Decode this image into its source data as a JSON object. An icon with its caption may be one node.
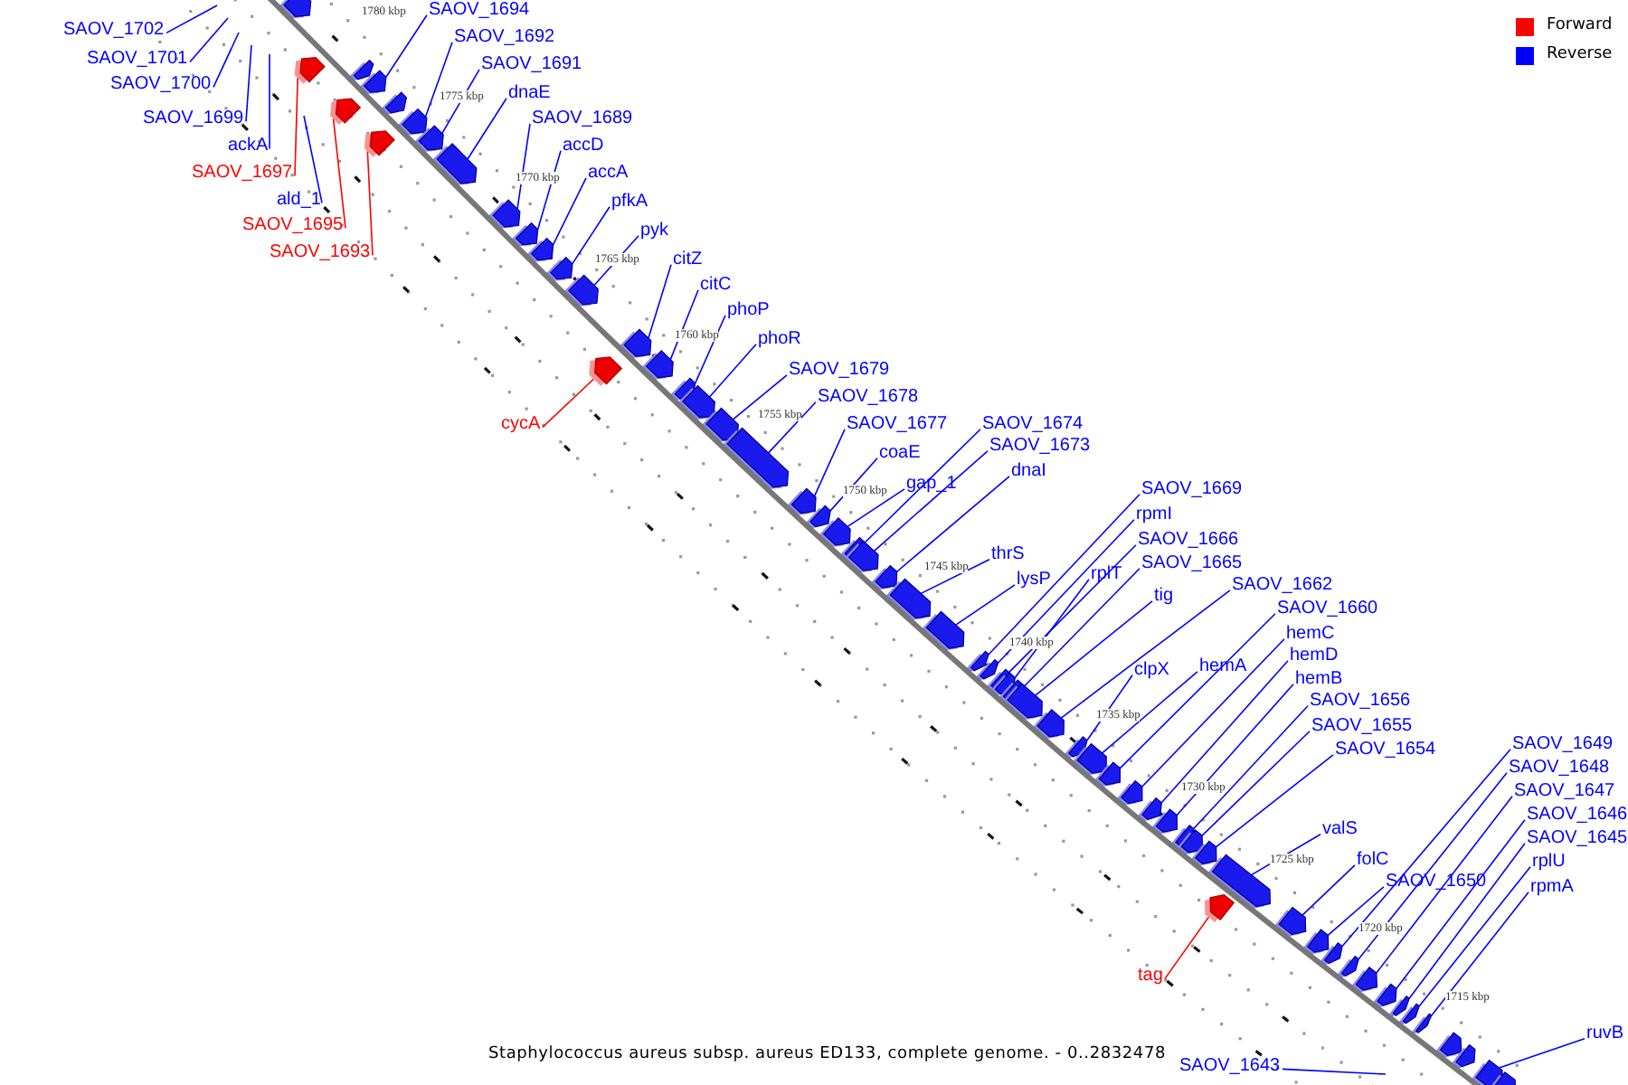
{
  "diagram": {
    "caption": "Staphylococcus aureus subsp. aureus ED133, complete genome. - 0..2832478",
    "nodes": [
      {
        "text": [
          "SAOV_1702"
        ]
      },
      {
        "text": [
          "SAOV_1701"
        ]
      },
      {
        "text": [
          "SAOV_1700"
        ]
      },
      {
        "text": [
          "SAOV_1699"
        ]
      },
      {
        "text": [
          "ackA"
        ]
      },
      {
        "text": [
          "SAOV_1697"
        ]
      },
      {
        "text": [
          "ald_1"
        ]
      },
      {
        "text": [
          "SAOV_1695"
        ]
      },
      {
        "text": [
          "SAOV_1694"
        ]
      },
      {
        "text": [
          "SAOV_1693"
        ]
      },
      {
        "text": [
          "SAOV_1692"
        ]
      },
      {
        "text": [
          "SAOV_1691"
        ]
      },
      {
        "text": [
          "dnaE"
        ]
      },
      {
        "text": [
          "SAOV_1689"
        ]
      },
      {
        "text": [
          "accD"
        ]
      },
      {
        "text": [
          "accA"
        ]
      },
      {
        "text": [
          "pfkA"
        ]
      },
      {
        "text": [
          "pyk"
        ]
      },
      {
        "text": [
          "citZ"
        ]
      },
      {
        "text": [
          "citC"
        ]
      },
      {
        "text": [
          "phoP"
        ]
      },
      {
        "text": [
          "phoR"
        ]
      },
      {
        "text": [
          "SAOV_1679"
        ]
      },
      {
        "text": [
          "SAOV_1678"
        ]
      },
      {
        "text": [
          "SAOV_1677"
        ]
      },
      {
        "text": [
          "coaE"
        ]
      },
      {
        "text": [
          "gap_1"
        ]
      },
      {
        "text": [
          "SAOV_1674"
        ]
      },
      {
        "text": [
          "SAOV_1673"
        ]
      },
      {
        "text": [
          "dnaI"
        ]
      },
      {
        "text": [
          "thrS"
        ]
      },
      {
        "text": [
          "lysP"
        ]
      },
      {
        "text": [
          "SAOV_1669"
        ]
      },
      {
        "text": [
          "rpmI"
        ]
      },
      {
        "text": [
          "SAOV_1666"
        ]
      },
      {
        "text": [
          "rplT"
        ]
      },
      {
        "text": [
          "SAOV_1665"
        ]
      },
      {
        "text": [
          "tig"
        ]
      },
      {
        "text": [
          "SAOV_1662"
        ]
      },
      {
        "text": [
          "clpX"
        ]
      },
      {
        "text": [
          "hemA"
        ]
      },
      {
        "text": [
          "SAOV_1660"
        ]
      },
      {
        "text": [
          "hemC"
        ]
      },
      {
        "text": [
          "hemD"
        ]
      },
      {
        "text": [
          "hemB"
        ]
      },
      {
        "text": [
          "SAOV_1656"
        ]
      },
      {
        "text": [
          "SAOV_1655"
        ]
      },
      {
        "text": [
          "SAOV_1654"
        ]
      },
      {
        "text": [
          "valS"
        ]
      },
      {
        "text": [
          "folC"
        ]
      },
      {
        "text": [
          "SAOV_1650"
        ]
      },
      {
        "text": [
          "SAOV_1649"
        ]
      },
      {
        "text": [
          "SAOV_1648"
        ]
      },
      {
        "text": [
          "SAOV_1647"
        ]
      },
      {
        "text": [
          "SAOV_1646"
        ]
      },
      {
        "text": [
          "SAOV_1645"
        ]
      },
      {
        "text": [
          "rplU"
        ]
      },
      {
        "text": [
          "rpmA"
        ]
      },
      {
        "text": [
          "SAOV_1643"
        ]
      },
      {
        "text": [
          "ruvB"
        ]
      },
      {
        "text": [
          "cycA"
        ]
      },
      {
        "text": [
          "tag"
        ]
      },
      {
        "text": [],
        "shape": "box"
      },
      {
        "text": [],
        "shape": "box"
      },
      {
        "text": [],
        "shape": "box"
      },
      {
        "text": [],
        "shape": "box"
      },
      {
        "text": [],
        "shape": "box"
      },
      {
        "text": [],
        "shape": "box"
      },
      {
        "text": [],
        "shape": "box"
      },
      {
        "text": [],
        "shape": "box"
      },
      {
        "text": [],
        "shape": "box"
      },
      {
        "text": [],
        "shape": "box"
      },
      {
        "text": [],
        "shape": "box"
      },
      {
        "text": [],
        "shape": "box"
      },
      {
        "text": [],
        "shape": "box"
      },
      {
        "text": [],
        "shape": "box"
      },
      {
        "text": [],
        "shape": "box"
      },
      {
        "text": [],
        "shape": "box"
      },
      {
        "text": [],
        "shape": "box"
      },
      {
        "text": [],
        "shape": "box"
      },
      {
        "text": [],
        "shape": "box"
      },
      {
        "text": [],
        "shape": "box"
      },
      {
        "text": [],
        "shape": "box"
      },
      {
        "text": [],
        "shape": "box"
      },
      {
        "text": [],
        "shape": "box"
      },
      {
        "text": [],
        "shape": "box"
      },
      {
        "text": [],
        "shape": "box"
      },
      {
        "text": [],
        "shape": "box"
      },
      {
        "text": [],
        "shape": "box"
      },
      {
        "text": [],
        "shape": "box"
      },
      {
        "text": [],
        "shape": "box"
      },
      {
        "text": [],
        "shape": "box"
      },
      {
        "text": [],
        "shape": "box"
      },
      {
        "text": [],
        "shape": "box"
      },
      {
        "text": [],
        "shape": "box"
      },
      {
        "text": [],
        "shape": "box"
      },
      {
        "text": [],
        "shape": "box"
      },
      {
        "text": [],
        "shape": "box"
      },
      {
        "text": [],
        "shape": "box"
      },
      {
        "text": [],
        "shape": "box"
      },
      {
        "text": [],
        "shape": "box"
      },
      {
        "text": [],
        "shape": "box"
      },
      {
        "text": [],
        "shape": "box"
      },
      {
        "text": [],
        "shape": "box"
      },
      {
        "text": [],
        "shape": "box"
      },
      {
        "text": [],
        "shape": "box"
      },
      {
        "text": [],
        "shape": "box"
      },
      {
        "text": [],
        "shape": "box"
      },
      {
        "text": [],
        "shape": "box"
      },
      {
        "text": [],
        "shape": "box"
      },
      {
        "text": [],
        "shape": "box"
      },
      {
        "text": [],
        "shape": "box"
      },
      {
        "text": [],
        "shape": "box"
      },
      {
        "text": [],
        "shape": "box"
      },
      {
        "text": [],
        "shape": "box"
      },
      {
        "text": [],
        "shape": "box"
      },
      {
        "text": [],
        "shape": "box"
      },
      {
        "text": [],
        "shape": "box"
      },
      {
        "text": [],
        "shape": "box"
      },
      {
        "text": [],
        "shape": "box"
      },
      {
        "text": [],
        "shape": "box"
      },
      {
        "text": [],
        "shape": "box"
      },
      {
        "text": [],
        "shape": "box"
      }
    ],
    "edges": [
      {
        "from": 0,
        "to": null,
        "arrow": "none"
      },
      {
        "from": 1,
        "to": null,
        "arrow": "none"
      },
      {
        "from": 2,
        "to": null,
        "arrow": "none"
      },
      {
        "from": 3,
        "to": null,
        "arrow": "none"
      },
      {
        "from": 4,
        "to": null,
        "arrow": "none"
      },
      {
        "from": 5,
        "to": 63,
        "arrow": "none",
        "color": "#ff0000"
      },
      {
        "from": 6,
        "to": null,
        "arrow": "none"
      },
      {
        "from": 7,
        "to": 64,
        "arrow": "none",
        "color": "#ff0000"
      },
      {
        "from": 8,
        "to": 66,
        "arrow": "none"
      },
      {
        "from": 9,
        "to": 67,
        "arrow": "none",
        "color": "#ff0000"
      },
      {
        "from": 10,
        "to": 69,
        "arrow": "none"
      },
      {
        "from": 11,
        "to": 70,
        "arrow": "none"
      },
      {
        "from": 12,
        "to": 71,
        "arrow": "none"
      },
      {
        "from": 13,
        "to": 72,
        "arrow": "none"
      },
      {
        "from": 14,
        "to": 73,
        "arrow": "none"
      },
      {
        "from": 15,
        "to": 74,
        "arrow": "none"
      },
      {
        "from": 16,
        "to": 75,
        "arrow": "none"
      },
      {
        "from": 17,
        "to": 76,
        "arrow": "none"
      },
      {
        "from": 18,
        "to": 78,
        "arrow": "none"
      },
      {
        "from": 19,
        "to": 79,
        "arrow": "none"
      },
      {
        "from": 20,
        "to": 80,
        "arrow": "none"
      },
      {
        "from": 21,
        "to": 81,
        "arrow": "none"
      },
      {
        "from": 22,
        "to": 82,
        "arrow": "none"
      },
      {
        "from": 23,
        "to": 83,
        "arrow": "none"
      },
      {
        "from": 24,
        "to": 84,
        "arrow": "none"
      },
      {
        "from": 25,
        "to": 85,
        "arrow": "none"
      },
      {
        "from": 26,
        "to": 86,
        "arrow": "none"
      },
      {
        "from": 27,
        "to": 87,
        "arrow": "none"
      },
      {
        "from": 28,
        "to": 88,
        "arrow": "none"
      },
      {
        "from": 29,
        "to": 89,
        "arrow": "none"
      },
      {
        "from": 30,
        "to": 90,
        "arrow": "none"
      },
      {
        "from": 31,
        "to": 91,
        "arrow": "none"
      },
      {
        "from": 32,
        "to": 92,
        "arrow": "none"
      },
      {
        "from": 33,
        "to": 93,
        "arrow": "none"
      },
      {
        "from": 34,
        "to": 94,
        "arrow": "none"
      },
      {
        "from": 35,
        "to": 95,
        "arrow": "none"
      },
      {
        "from": 36,
        "to": 96,
        "arrow": "none"
      },
      {
        "from": 37,
        "to": 97,
        "arrow": "none"
      },
      {
        "from": 38,
        "to": 98,
        "arrow": "none"
      },
      {
        "from": 39,
        "to": 99,
        "arrow": "none"
      },
      {
        "from": 40,
        "to": 100,
        "arrow": "none"
      },
      {
        "from": 41,
        "to": 101,
        "arrow": "none"
      },
      {
        "from": 42,
        "to": 102,
        "arrow": "none"
      },
      {
        "from": 43,
        "to": 103,
        "arrow": "none"
      },
      {
        "from": 44,
        "to": 104,
        "arrow": "none"
      },
      {
        "from": 45,
        "to": 105,
        "arrow": "none"
      },
      {
        "from": 46,
        "to": 106,
        "arrow": "none"
      },
      {
        "from": 47,
        "to": 107,
        "arrow": "none"
      },
      {
        "from": 48,
        "to": 109,
        "arrow": "none"
      },
      {
        "from": 49,
        "to": 110,
        "arrow": "none"
      },
      {
        "from": 50,
        "to": 111,
        "arrow": "none"
      },
      {
        "from": 51,
        "to": 112,
        "arrow": "none"
      },
      {
        "from": 52,
        "to": 113,
        "arrow": "none"
      },
      {
        "from": 53,
        "to": 114,
        "arrow": "none"
      },
      {
        "from": 54,
        "to": 115,
        "arrow": "none"
      },
      {
        "from": 55,
        "to": 116,
        "arrow": "none"
      },
      {
        "from": 56,
        "to": 117,
        "arrow": "none"
      },
      {
        "from": 57,
        "to": 118,
        "arrow": "none"
      },
      {
        "from": 58,
        "to": null,
        "arrow": "none"
      },
      {
        "from": 59,
        "to": 121,
        "arrow": "none"
      },
      {
        "from": 60,
        "to": 77,
        "arrow": "none",
        "color": "#ff0000"
      },
      {
        "from": 61,
        "to": 108,
        "arrow": "none",
        "color": "#ff0000"
      }
    ],
    "labels": [
      "1780 kbp",
      "1775 kbp",
      "1770 kbp",
      "1765 kbp",
      "1760 kbp",
      "1755 kbp",
      "1750 kbp",
      "1745 kbp",
      "1740 kbp",
      "1735 kbp",
      "1730 kbp",
      "1725 kbp",
      "1720 kbp",
      "1715 kbp"
    ],
    "legend": [
      {
        "text": "Forward",
        "color": "#ff0000"
      },
      {
        "text": "Reverse",
        "color": "#0000ff"
      }
    ]
  }
}
